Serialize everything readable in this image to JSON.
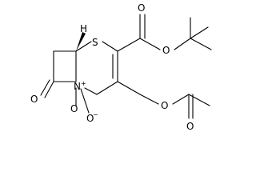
{
  "labels": {
    "oxygen": "O",
    "sulfur": "S",
    "nitrogen": "N",
    "plus": "+",
    "minus": "−",
    "hydrogen": "H"
  }
}
